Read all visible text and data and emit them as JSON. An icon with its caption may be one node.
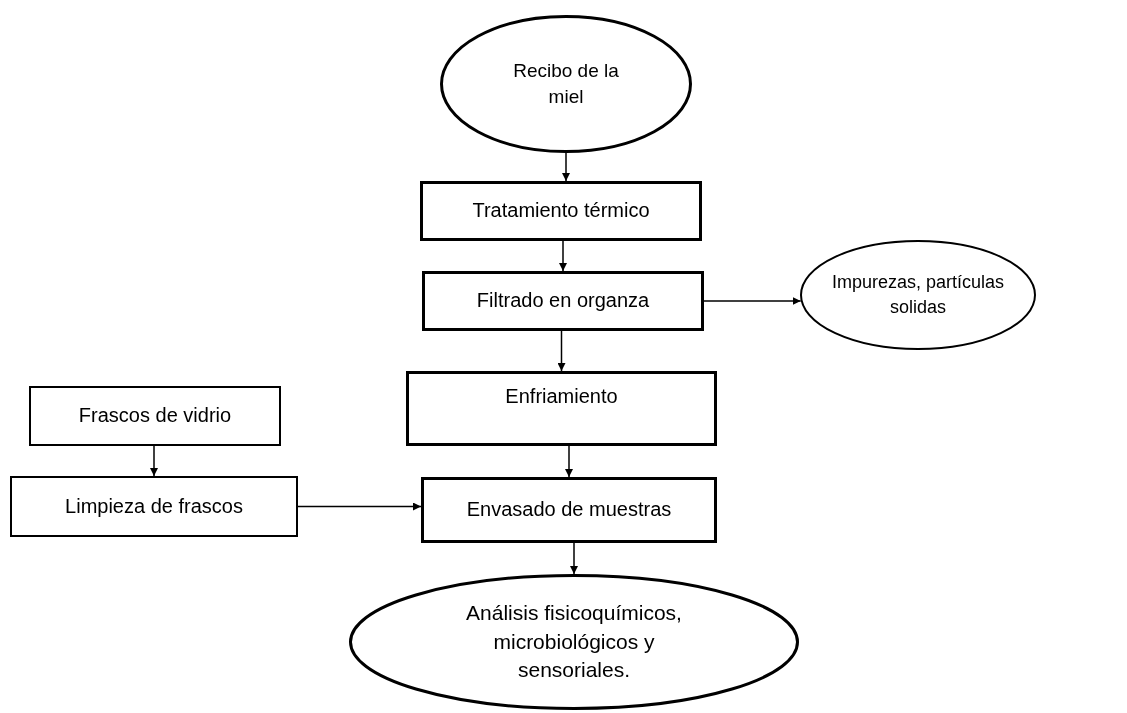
{
  "diagram": {
    "nodes": [
      {
        "text": [
          "Recibo de la miel"
        ]
      },
      {
        "text": [
          "Tratamiento térmico"
        ]
      },
      {
        "text": [
          "Filtrado en organza"
        ]
      },
      {
        "text": [
          "Impurezas, partículas solidas"
        ]
      },
      {
        "text": [
          "Enfriamiento"
        ]
      },
      {
        "text": [
          "Frascos de vidrio"
        ]
      },
      {
        "text": [
          "Limpieza de frascos"
        ]
      },
      {
        "text": [
          "Envasado de muestras"
        ]
      },
      {
        "text": [
          "Análisis fisicoquímicos, microbiológicos y sensoriales."
        ]
      }
    ],
    "edges": [
      {
        "from": 0,
        "to": 1,
        "arrow": "to"
      },
      {
        "from": 1,
        "to": 2,
        "arrow": "to"
      },
      {
        "from": 2,
        "to": 3,
        "arrow": "to"
      },
      {
        "from": 2,
        "to": 4,
        "arrow": "to"
      },
      {
        "from": 4,
        "to": 7,
        "arrow": "to"
      },
      {
        "from": 5,
        "to": 6,
        "arrow": "to"
      },
      {
        "from": 6,
        "to": 7,
        "arrow": "to"
      },
      {
        "from": 7,
        "to": 8,
        "arrow": "to"
      }
    ]
  }
}
